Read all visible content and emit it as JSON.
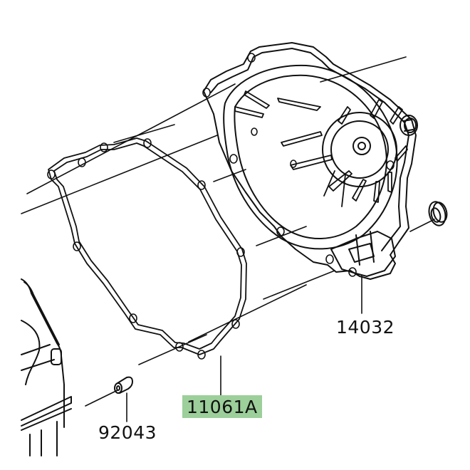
{
  "diagram": {
    "type": "exploded-parts-diagram",
    "subject": "engine clutch cover assembly",
    "highlight_color": "#9ccf9a",
    "line_color": "#111111",
    "parts": [
      {
        "id": "14032",
        "label": "14032",
        "description": "clutch cover",
        "highlighted": false
      },
      {
        "id": "11061A",
        "label": "11061A",
        "description": "cover gasket",
        "highlighted": true
      },
      {
        "id": "92043",
        "label": "92043",
        "description": "dowel pin",
        "highlighted": false
      }
    ]
  }
}
